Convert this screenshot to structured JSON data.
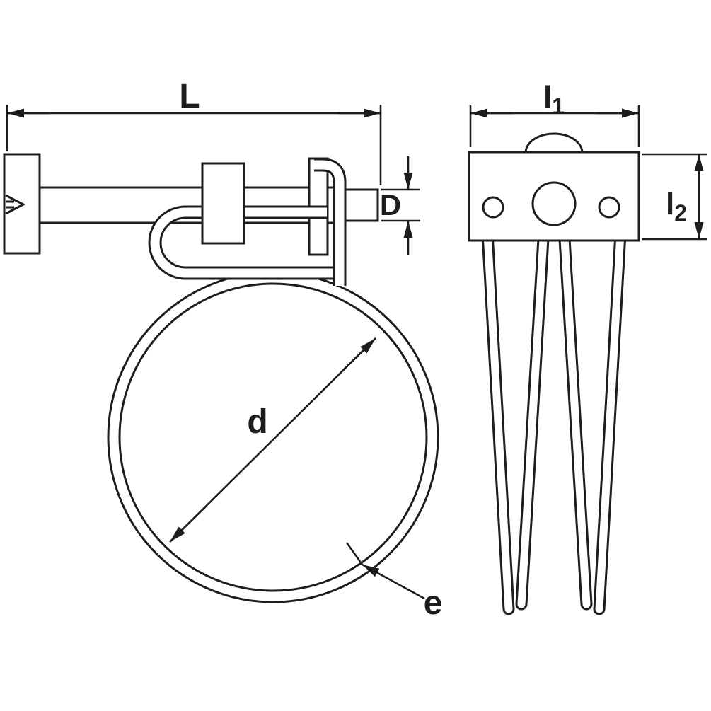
{
  "diagram": {
    "labels": {
      "L": "L",
      "D": "D",
      "d": "d",
      "e": "e",
      "l1_base": "l",
      "l1_sub": "1",
      "l2_base": "l",
      "l2_sub": "2"
    },
    "colors": {
      "line": "#1d1d1b",
      "background": "#ffffff"
    }
  }
}
